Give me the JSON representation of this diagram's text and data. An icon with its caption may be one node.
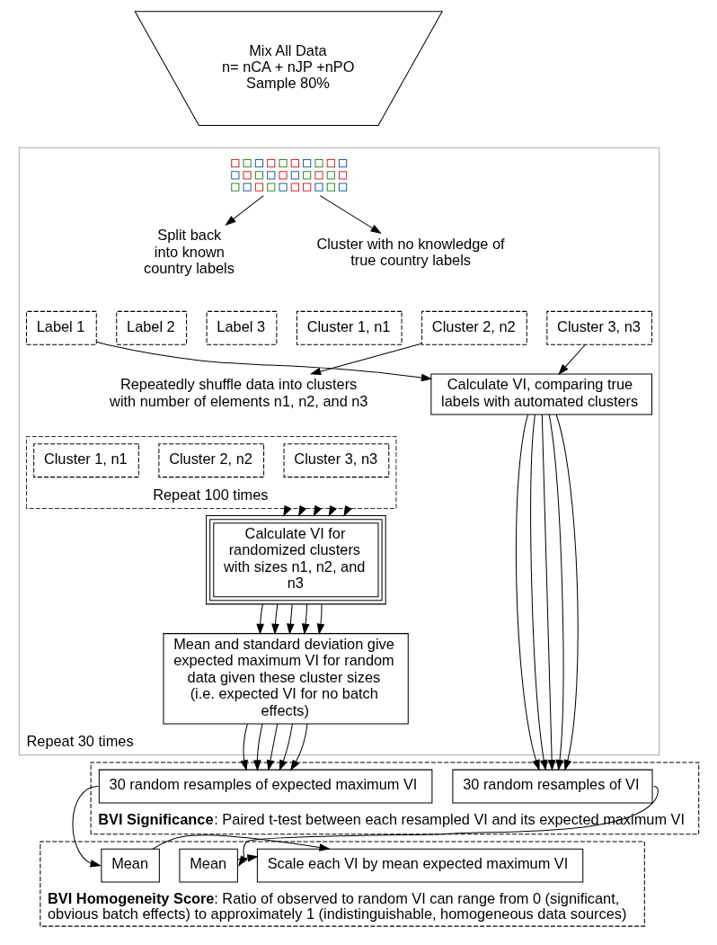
{
  "diagram": {
    "nodes": [
      {
        "text": [
          "Mix All Data",
          "n= nCA + nJP +nPO",
          "Sample 80%"
        ]
      },
      {
        "text": [
          "Repeat 30 times"
        ]
      },
      {
        "text": [],
        "shape": "picture",
        "in": 1
      },
      {
        "text": [
          "Split back into known country labels"
        ],
        "in": 1
      },
      {
        "text": [
          "Label 1"
        ],
        "in": 1
      },
      {
        "text": [
          "Label 2"
        ],
        "in": 1
      },
      {
        "text": [
          "Label 3"
        ],
        "in": 1
      },
      {
        "text": [
          "Cluster with no knowledge of true country labels"
        ],
        "in": 1
      },
      {
        "text": [
          "Cluster 1, n1"
        ],
        "in": 1
      },
      {
        "text": [
          "Cluster 2, n2"
        ],
        "in": 1
      },
      {
        "text": [
          "Cluster 3, n3"
        ],
        "in": 1
      },
      {
        "text": [
          "Calculate VI, comparing true labels with automated clusters"
        ],
        "in": 1
      },
      {
        "text": [
          "Repeatedly shuffle data into clusters with number of elements n1, n2, and n3"
        ],
        "in": 1
      },
      {
        "text": [
          "Repeat 100 times"
        ],
        "in": 1
      },
      {
        "text": [
          "Cluster 1, n1"
        ],
        "in": 13
      },
      {
        "text": [
          "Cluster 2, n2"
        ],
        "in": 13
      },
      {
        "text": [
          "Cluster 3, n3"
        ],
        "in": 13
      },
      {
        "text": [
          "Calculate VI for randomized clusters with sizes n1, n2, and n3"
        ],
        "in": 1
      },
      {
        "text": [
          "Mean and standard deviation give expected maximum VI for random data given these cluster sizes (i.e. expected VI for no batch effects)"
        ],
        "in": 1
      },
      {
        "text": [
          "**BVI Significance**: Paired t-test between each resampled VI and its expected maximum VI"
        ]
      },
      {
        "text": [
          "30 random resamples of expected maximum VI"
        ],
        "in": 19
      },
      {
        "text": [
          "30 random resamples of VI"
        ],
        "in": 19
      },
      {
        "text": [
          "**BVI Homogeneity Score**: Ratio of observed to random VI can range from 0 (significant, obvious batch effects) to approximately 1 (indistinguishable, homogeneous data sources)"
        ]
      },
      {
        "text": [
          "Mean"
        ],
        "in": 22
      },
      {
        "text": [
          "Scale each VI by mean expected maximum VI"
        ],
        "in": 22
      },
      {
        "text": [
          "Mean"
        ],
        "in": 22
      }
    ],
    "edges": [
      {
        "from": 2,
        "to": 3,
        "arrow": "to"
      },
      {
        "from": 2,
        "to": 7,
        "arrow": "to"
      },
      {
        "from": 4,
        "to": 11,
        "arrow": "to"
      },
      {
        "from": 10,
        "to": 11,
        "arrow": "to"
      },
      {
        "from": 9,
        "to": 12,
        "arrow": "to"
      },
      {
        "from": 13,
        "to": 17,
        "arrow": "to"
      },
      {
        "from": 13,
        "to": 17,
        "arrow": "to"
      },
      {
        "from": 13,
        "to": 17,
        "arrow": "to"
      },
      {
        "from": 13,
        "to": 17,
        "arrow": "to"
      },
      {
        "from": 13,
        "to": 17,
        "arrow": "to"
      },
      {
        "from": 17,
        "to": 18,
        "arrow": "to"
      },
      {
        "from": 17,
        "to": 18,
        "arrow": "to"
      },
      {
        "from": 17,
        "to": 18,
        "arrow": "to"
      },
      {
        "from": 17,
        "to": 18,
        "arrow": "to"
      },
      {
        "from": 17,
        "to": 18,
        "arrow": "to"
      },
      {
        "from": 18,
        "to": 20,
        "arrow": "to"
      },
      {
        "from": 18,
        "to": 20,
        "arrow": "to"
      },
      {
        "from": 18,
        "to": 20,
        "arrow": "to"
      },
      {
        "from": 18,
        "to": 20,
        "arrow": "to"
      },
      {
        "from": 18,
        "to": 20,
        "arrow": "to"
      },
      {
        "from": 11,
        "to": 21,
        "arrow": "to"
      },
      {
        "from": 11,
        "to": 21,
        "arrow": "to"
      },
      {
        "from": 11,
        "to": 21,
        "arrow": "to"
      },
      {
        "from": 11,
        "to": 21,
        "arrow": "to"
      },
      {
        "from": 11,
        "to": 21,
        "arrow": "to"
      },
      {
        "from": 20,
        "to": 23,
        "arrow": "to"
      },
      {
        "from": 21,
        "to": 25,
        "arrow": "to"
      },
      {
        "from": 23,
        "to": 24,
        "arrow": "to"
      },
      {
        "from": 25,
        "to": 24,
        "arrow": "to"
      }
    ]
  }
}
